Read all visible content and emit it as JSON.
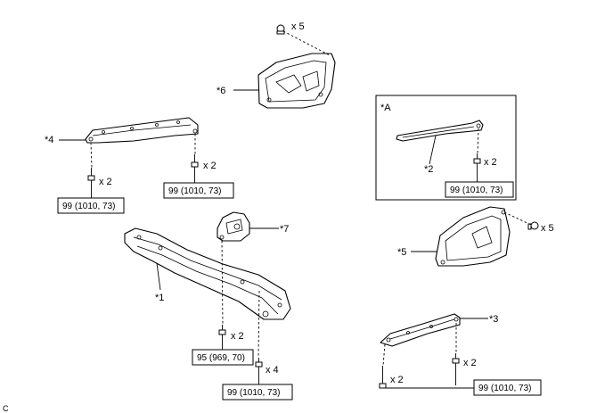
{
  "callouts": {
    "p1": "*1",
    "p2": "*2",
    "p3": "*3",
    "p4": "*4",
    "p5": "*5",
    "p6": "*6",
    "p7": "*7",
    "inset": "*A"
  },
  "quantities": {
    "nuts_top": "x 5",
    "nuts_right": "x 5",
    "bolt_p4_left": "x 2",
    "bolt_p4_right": "x 2",
    "bolt_inset": "x 2",
    "bolt_p7": "x 2",
    "bolt_p1": "x 4",
    "bolt_p3_left": "x 2",
    "bolt_p3_right": "x 2"
  },
  "torques": {
    "p4_left": "99 (1010, 73)",
    "p4_right": "99 (1010, 73)",
    "inset": "99 (1010, 73)",
    "p7": "95 (969, 70)",
    "p1": "99 (1010, 73)",
    "p3": "99 (1010, 73)"
  },
  "figure_code": "C"
}
